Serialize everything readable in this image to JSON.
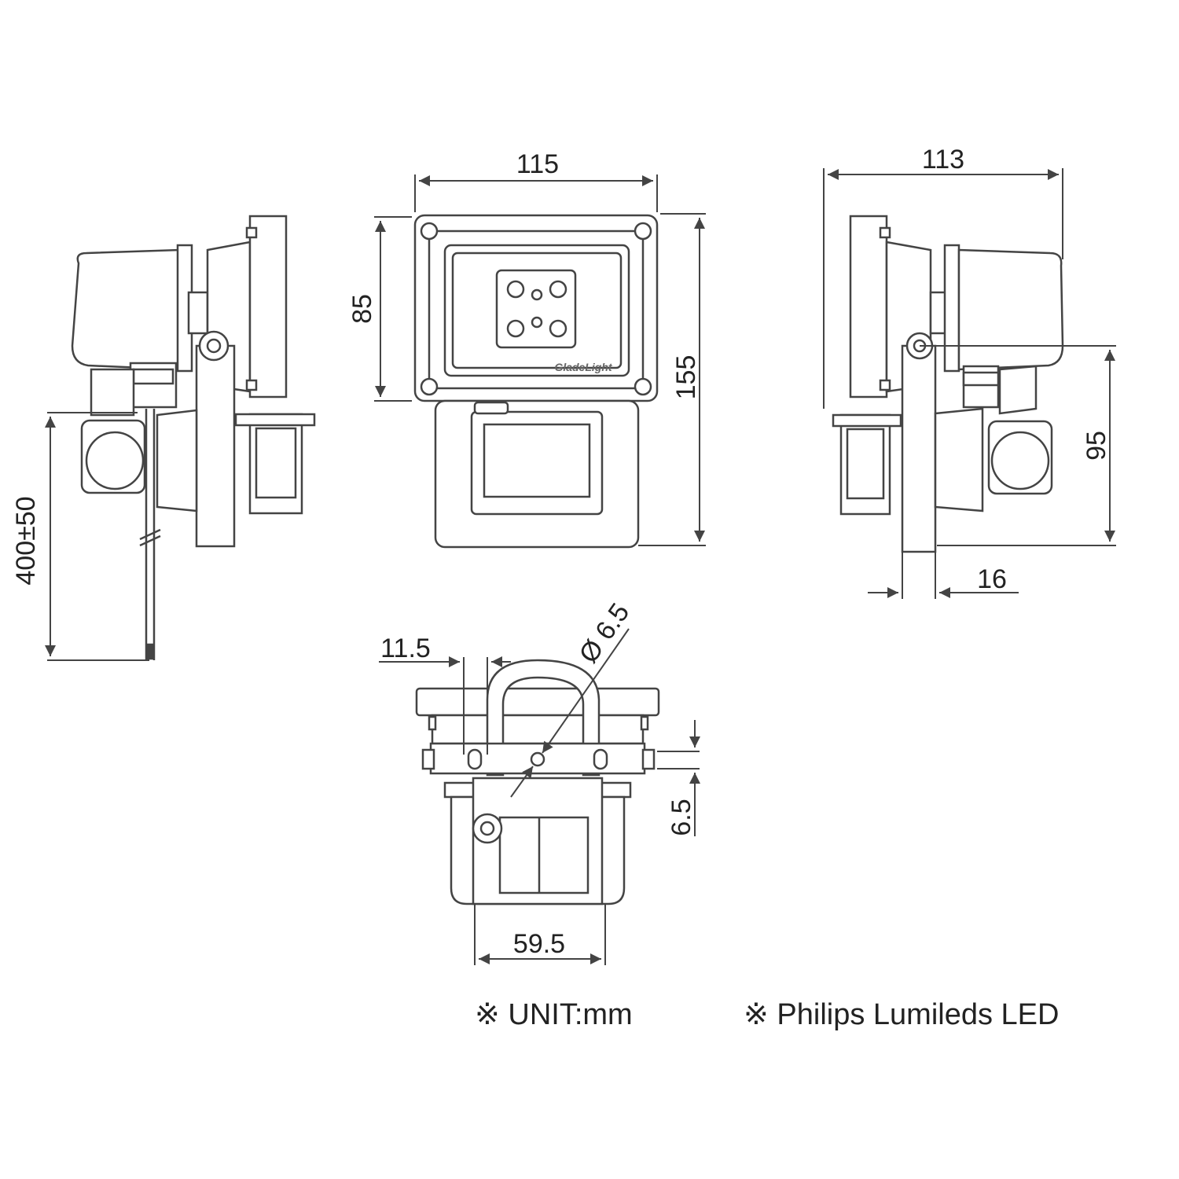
{
  "dimensions": {
    "cable_length": "400±50",
    "front_width": "115",
    "front_head_height": "85",
    "front_total_height": "155",
    "side_width": "113",
    "side_height": "95",
    "side_bracket": "16",
    "bottom_offset": "11.5",
    "bottom_hole_diameter": "Ø 6.5",
    "bottom_thickness": "6.5",
    "bottom_width": "59.5"
  },
  "brand_mark": "GladeLight",
  "notes": {
    "unit": "※ UNIT:mm",
    "led": "※ Philips Lumileds LED"
  },
  "colors": {
    "line": "#444444",
    "text": "#222222",
    "fill": "#ffffff"
  }
}
